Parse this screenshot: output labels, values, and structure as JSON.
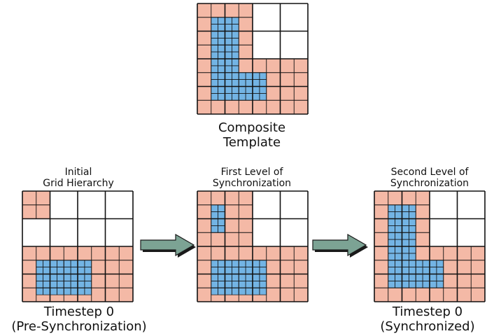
{
  "composite": {
    "line1": "Composite",
    "line2": "Template"
  },
  "panel1": {
    "title1": "Initial",
    "title2": "Grid Hierarchy",
    "cap1": "Timestep 0",
    "cap2": "(Pre-Synchronization)"
  },
  "panel2": {
    "title1": "First Level of",
    "title2": "Synchronization"
  },
  "panel3": {
    "title1": "Second Level of",
    "title2": "Synchronization",
    "cap1": "Timestep 0",
    "cap2": "(Synchronized)"
  },
  "colors": {
    "salmon": "#f4b9a6",
    "blue": "#73b4e4",
    "arrow": "#7ca394",
    "arrow_edge": "#1a1a1a",
    "line": "#111111"
  }
}
